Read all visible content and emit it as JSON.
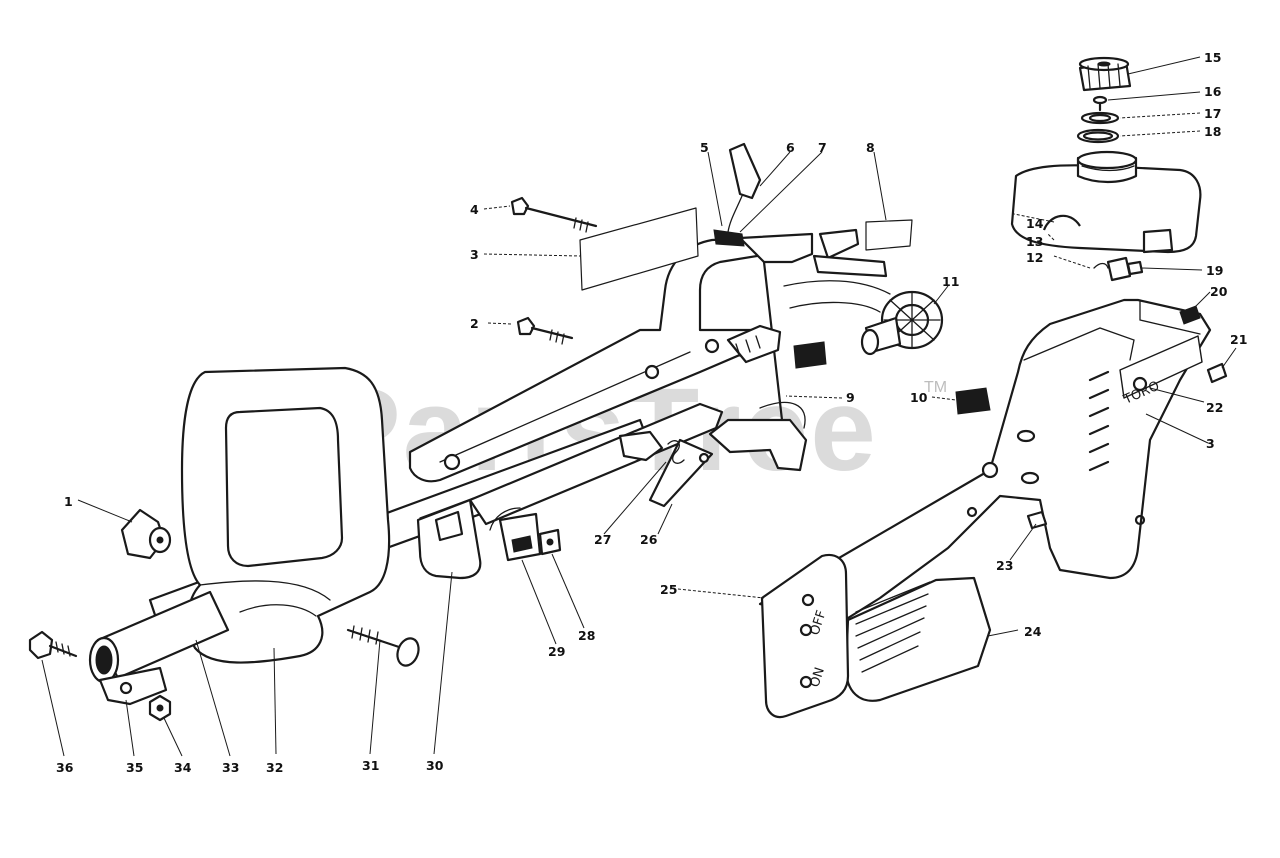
{
  "watermark": {
    "text": "PartsTree",
    "trademark": "TM"
  },
  "callouts": [
    {
      "id": "c1",
      "label": "1"
    },
    {
      "id": "c2",
      "label": "2"
    },
    {
      "id": "c3a",
      "label": "3"
    },
    {
      "id": "c3b",
      "label": "3"
    },
    {
      "id": "c4",
      "label": "4"
    },
    {
      "id": "c5",
      "label": "5"
    },
    {
      "id": "c6",
      "label": "6"
    },
    {
      "id": "c7",
      "label": "7"
    },
    {
      "id": "c8",
      "label": "8"
    },
    {
      "id": "c9",
      "label": "9"
    },
    {
      "id": "c10",
      "label": "10"
    },
    {
      "id": "c11",
      "label": "11"
    },
    {
      "id": "c12",
      "label": "12"
    },
    {
      "id": "c13",
      "label": "13"
    },
    {
      "id": "c14",
      "label": "14"
    },
    {
      "id": "c15",
      "label": "15"
    },
    {
      "id": "c16",
      "label": "16"
    },
    {
      "id": "c17",
      "label": "17"
    },
    {
      "id": "c18",
      "label": "18"
    },
    {
      "id": "c19",
      "label": "19"
    },
    {
      "id": "c20",
      "label": "20"
    },
    {
      "id": "c21",
      "label": "21"
    },
    {
      "id": "c22",
      "label": "22"
    },
    {
      "id": "c23",
      "label": "23"
    },
    {
      "id": "c24",
      "label": "24"
    },
    {
      "id": "c25",
      "label": "25"
    },
    {
      "id": "c26",
      "label": "26"
    },
    {
      "id": "c27",
      "label": "27"
    },
    {
      "id": "c28",
      "label": "28"
    },
    {
      "id": "c29",
      "label": "29"
    },
    {
      "id": "c30",
      "label": "30"
    },
    {
      "id": "c31",
      "label": "31"
    },
    {
      "id": "c32",
      "label": "32"
    },
    {
      "id": "c33",
      "label": "33"
    },
    {
      "id": "c34",
      "label": "34"
    },
    {
      "id": "c35",
      "label": "35"
    },
    {
      "id": "c36",
      "label": "36"
    }
  ],
  "housing_decal": "TORO",
  "switch_cover_labels": {
    "off": "OFF",
    "on": "ON"
  }
}
